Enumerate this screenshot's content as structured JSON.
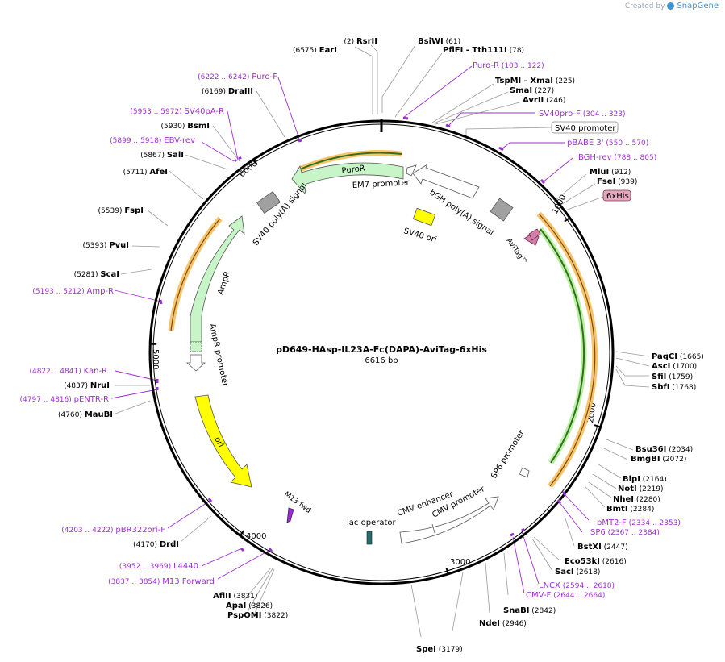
{
  "credit": {
    "prefix": "Created by",
    "brand": "SnapGene"
  },
  "plasmid": {
    "name": "pD649-HAsp-IL23A-Fc(DAPA)-AviTag-6xHis",
    "size_label": "6616 bp",
    "length": 6616
  },
  "ring_ticks": [
    "1000",
    "2000",
    "3000",
    "4000",
    "5000",
    "6000"
  ],
  "colors": {
    "enzyme": "#000000",
    "primer": "#9b30d0",
    "leader": "#999999",
    "backbone": "#000000",
    "orf_green_fill": "#c8f5c8",
    "orf_green_stroke": "#3a7a3a",
    "ori_yellow": "#ffff00",
    "polyA_gray": "#a0a0a0",
    "orange_hl": "#f7c46b",
    "avitag": "#d37fa8",
    "lacop": "#2a6b6b"
  },
  "enzymes": [
    {
      "name": "RsrII",
      "pos": "(2)",
      "side": "left"
    },
    {
      "name": "EarI",
      "pos": "(6575)",
      "side": "left"
    },
    {
      "name": "BsiWI",
      "pos": "(61)",
      "side": "right"
    },
    {
      "name": "PflFI - Tth111I",
      "pos": "(78)",
      "side": "right"
    },
    {
      "name": "TspMI - XmaI",
      "pos": "(225)",
      "side": "right"
    },
    {
      "name": "SmaI",
      "pos": "(227)",
      "side": "right"
    },
    {
      "name": "AvrII",
      "pos": "(246)",
      "side": "right"
    },
    {
      "name": "MluI",
      "pos": "(912)",
      "side": "right"
    },
    {
      "name": "FseI",
      "pos": "(939)",
      "side": "right"
    },
    {
      "name": "PaqCI",
      "pos": "(1665)",
      "side": "right"
    },
    {
      "name": "AscI",
      "pos": "(1700)",
      "side": "right"
    },
    {
      "name": "SfiI",
      "pos": "(1759)",
      "side": "right"
    },
    {
      "name": "SbfI",
      "pos": "(1768)",
      "side": "right"
    },
    {
      "name": "Bsu36I",
      "pos": "(2034)",
      "side": "right"
    },
    {
      "name": "BmgBI",
      "pos": "(2072)",
      "side": "right"
    },
    {
      "name": "BlpI",
      "pos": "(2164)",
      "side": "right"
    },
    {
      "name": "NotI",
      "pos": "(2219)",
      "side": "right"
    },
    {
      "name": "NheI",
      "pos": "(2280)",
      "side": "right"
    },
    {
      "name": "BmtI",
      "pos": "(2284)",
      "side": "right"
    },
    {
      "name": "BstXI",
      "pos": "(2447)",
      "side": "right"
    },
    {
      "name": "Eco53kI",
      "pos": "(2616)",
      "side": "right"
    },
    {
      "name": "SacI",
      "pos": "(2618)",
      "side": "right"
    },
    {
      "name": "SnaBI",
      "pos": "(2842)",
      "side": "right"
    },
    {
      "name": "NdeI",
      "pos": "(2946)",
      "side": "right"
    },
    {
      "name": "SpeI",
      "pos": "(3179)",
      "side": "right"
    },
    {
      "name": "PspOMI",
      "pos": "(3822)",
      "side": "right"
    },
    {
      "name": "ApaI",
      "pos": "(3826)",
      "side": "right"
    },
    {
      "name": "AflII",
      "pos": "(3831)",
      "side": "right"
    },
    {
      "name": "DrdI",
      "pos": "(4170)",
      "side": "left"
    },
    {
      "name": "MauBI",
      "pos": "(4760)",
      "side": "left"
    },
    {
      "name": "NruI",
      "pos": "(4837)",
      "side": "left"
    },
    {
      "name": "ScaI",
      "pos": "(5281)",
      "side": "left"
    },
    {
      "name": "PvuI",
      "pos": "(5393)",
      "side": "left"
    },
    {
      "name": "FspI",
      "pos": "(5539)",
      "side": "left"
    },
    {
      "name": "AfeI",
      "pos": "(5711)",
      "side": "left"
    },
    {
      "name": "SalI",
      "pos": "(5867)",
      "side": "left"
    },
    {
      "name": "BsmI",
      "pos": "(5930)",
      "side": "left"
    },
    {
      "name": "DraIII",
      "pos": "(6169)",
      "side": "left"
    }
  ],
  "primers": [
    {
      "name": "Puro-R",
      "range": "(103 .. 122)",
      "side": "right"
    },
    {
      "name": "SV40pro-F",
      "range": "(304 .. 323)",
      "side": "right"
    },
    {
      "name": "pBABE 3'",
      "range": "(550 .. 570)",
      "side": "right"
    },
    {
      "name": "BGH-rev",
      "range": "(788 .. 805)",
      "side": "right"
    },
    {
      "name": "pMT2-F",
      "range": "(2334 .. 2353)",
      "side": "right"
    },
    {
      "name": "SP6",
      "range": "(2367 .. 2384)",
      "side": "right"
    },
    {
      "name": "LNCX",
      "range": "(2594 .. 2618)",
      "side": "right"
    },
    {
      "name": "CMV-F",
      "range": "(2644 .. 2664)",
      "side": "right"
    },
    {
      "name": "Puro-F",
      "range": "(6222 .. 6242)",
      "side": "left"
    },
    {
      "name": "SV40pA-R",
      "range": "(5953 .. 5972)",
      "side": "left"
    },
    {
      "name": "EBV-rev",
      "range": "(5899 .. 5918)",
      "side": "left"
    },
    {
      "name": "Amp-R",
      "range": "(5193 .. 5212)",
      "side": "left"
    },
    {
      "name": "Kan-R",
      "range": "(4822 .. 4841)",
      "side": "left"
    },
    {
      "name": "pENTR-R",
      "range": "(4797 .. 4816)",
      "side": "left"
    },
    {
      "name": "pBR322ori-F",
      "range": "(4203 .. 4222)",
      "side": "left"
    },
    {
      "name": "L4440",
      "range": "(3952 .. 3969)",
      "side": "left"
    },
    {
      "name": "M13 Forward",
      "range": "(3837 .. 3854)",
      "side": "left"
    }
  ],
  "boxed_labels": {
    "sv40_promoter": "SV40 promoter",
    "his6": "6xHis"
  },
  "features": {
    "puroR": "PuroR",
    "em7": "EM7 promoter",
    "bgh_polya": "bGH poly(A) signal",
    "sv40_polya": "SV40 poly(A) signal",
    "sv40_ori": "SV40 ori",
    "avitag": "AviTag™",
    "ampR": "AmpR",
    "ampR_promoter": "AmpR promoter",
    "ori": "ori",
    "m13_fwd": "M13 fwd",
    "lac_operator": "lac operator",
    "cmv_enhancer": "CMV enhancer",
    "cmv_promoter": "CMV promoter",
    "sp6_promoter": "SP6 promoter"
  }
}
